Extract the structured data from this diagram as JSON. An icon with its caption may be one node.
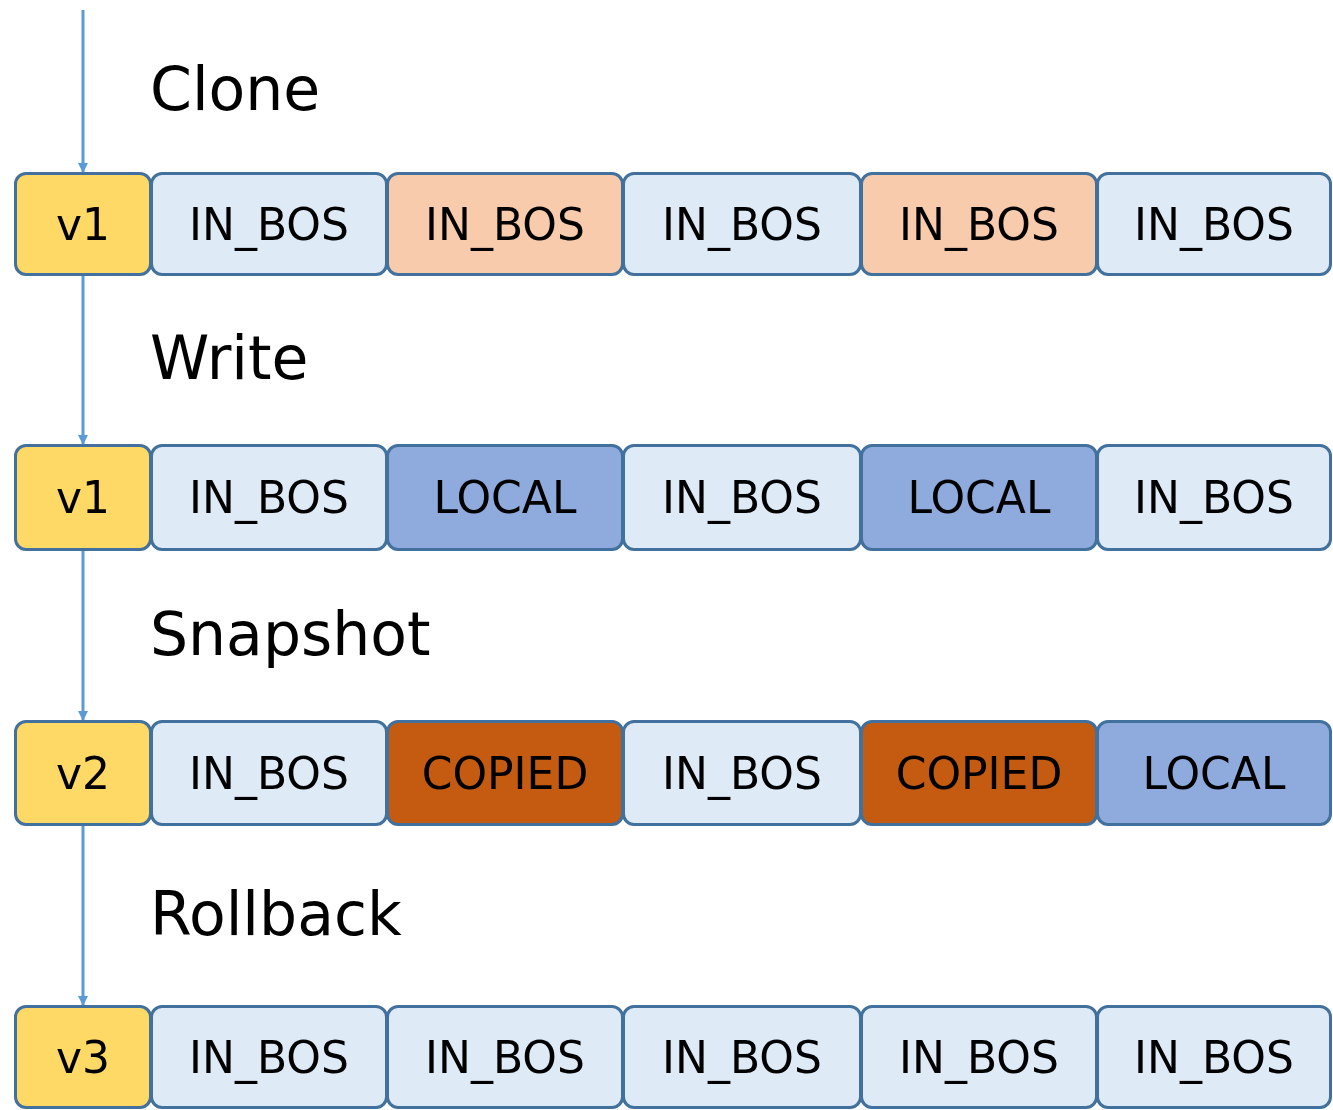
{
  "diagram": {
    "nodes": [
      {
        "text": [
          "v1"
        ]
      },
      {
        "text": [
          "IN_BOS"
        ]
      },
      {
        "text": [
          "IN_BOS"
        ]
      },
      {
        "text": [
          "IN_BOS"
        ]
      },
      {
        "text": [
          "IN_BOS"
        ]
      },
      {
        "text": [
          "IN_BOS"
        ]
      },
      {
        "text": [
          "v1"
        ]
      },
      {
        "text": [
          "IN_BOS"
        ]
      },
      {
        "text": [
          "LOCAL"
        ]
      },
      {
        "text": [
          "IN_BOS"
        ]
      },
      {
        "text": [
          "LOCAL"
        ]
      },
      {
        "text": [
          "IN_BOS"
        ]
      },
      {
        "text": [
          "v2"
        ]
      },
      {
        "text": [
          "IN_BOS"
        ]
      },
      {
        "text": [
          "COPIED"
        ]
      },
      {
        "text": [
          "IN_BOS"
        ]
      },
      {
        "text": [
          "COPIED"
        ]
      },
      {
        "text": [
          "LOCAL"
        ]
      },
      {
        "text": [
          "v3"
        ]
      },
      {
        "text": [
          "IN_BOS"
        ]
      },
      {
        "text": [
          "IN_BOS"
        ]
      },
      {
        "text": [
          "IN_BOS"
        ]
      },
      {
        "text": [
          "IN_BOS"
        ]
      },
      {
        "text": [
          "IN_BOS"
        ]
      }
    ],
    "edges": [
      {
        "from": null,
        "to": 0,
        "arrow": "to",
        "label": "Clone"
      },
      {
        "from": 0,
        "to": 6,
        "arrow": "to",
        "label": "Write"
      },
      {
        "from": 6,
        "to": 12,
        "arrow": "to",
        "label": "Snapshot"
      },
      {
        "from": 12,
        "to": 18,
        "arrow": "to",
        "label": "Rollback"
      }
    ]
  }
}
